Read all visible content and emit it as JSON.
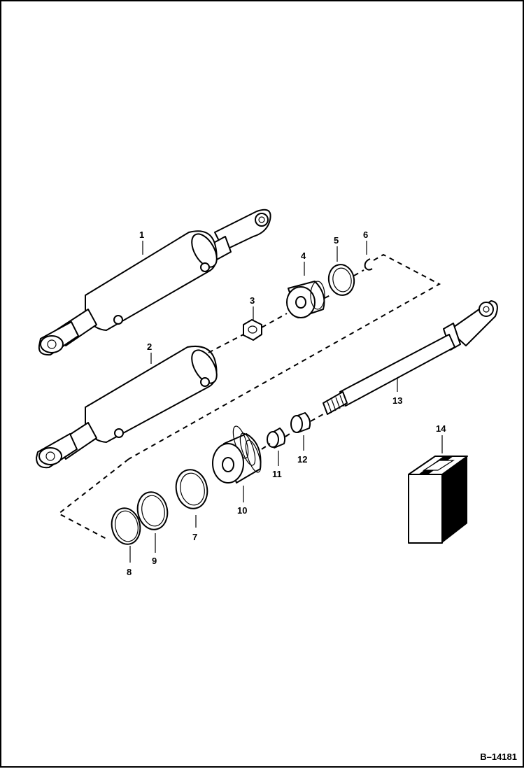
{
  "diagram": {
    "callouts": {
      "p1": "1",
      "p2": "2",
      "p3": "3",
      "p4": "4",
      "p5": "5",
      "p6": "6",
      "p7": "7",
      "p8": "8",
      "p9": "9",
      "p10": "10",
      "p11": "11",
      "p12": "12",
      "p13": "13",
      "p14": "14"
    },
    "figure_code": "B–14181"
  }
}
